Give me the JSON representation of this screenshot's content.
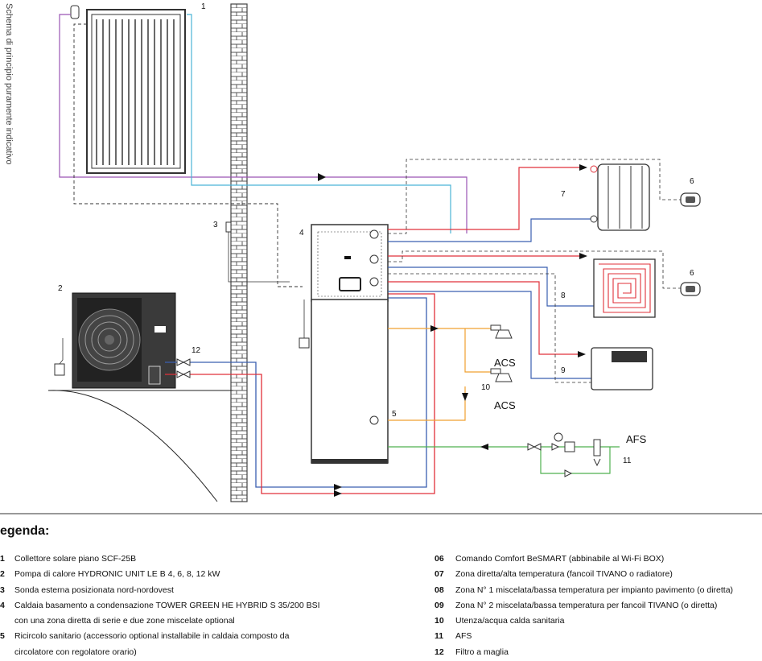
{
  "side_title": "Schema di principio puramente indicativo",
  "legend_title": "egenda:",
  "legend_left": [
    {
      "num": "1",
      "text": "Collettore solare piano SCF-25B"
    },
    {
      "num": "2",
      "text": "Pompa di calore HYDRONIC UNIT LE B 4, 6, 8, 12 kW"
    },
    {
      "num": "3",
      "text": "Sonda esterna posizionata nord-nordovest"
    },
    {
      "num": "4",
      "text": "Caldaia basamento a condensazione TOWER GREEN HE HYBRID S 35/200 BSI",
      "cont": "con una zona diretta di serie e due zone miscelate optional"
    },
    {
      "num": "5",
      "text": "Ricircolo sanitario (accessorio optional installabile in caldaia composto da",
      "cont": "circolatore con regolatore orario)"
    }
  ],
  "legend_right": [
    {
      "num": "06",
      "text": "Comando Comfort BeSMART (abbinabile al Wi-Fi BOX)"
    },
    {
      "num": "07",
      "text": "Zona diretta/alta temperatura (fancoil TIVANO o radiatore)"
    },
    {
      "num": "08",
      "text": "Zona N° 1 miscelata/bassa temperatura per impianto pavimento (o diretta)"
    },
    {
      "num": "09",
      "text": "Zona N° 2 miscelata/bassa temperatura per fancoil TIVANO (o diretta)"
    },
    {
      "num": "10",
      "text": "Utenza/acqua calda sanitaria"
    },
    {
      "num": "11",
      "text": "AFS"
    },
    {
      "num": "12",
      "text": "Filtro a maglia"
    }
  ],
  "diagram_labels": {
    "n1": "1",
    "n2": "2",
    "n3": "3",
    "n4": "4",
    "n5": "5",
    "n6a": "6",
    "n6b": "6",
    "n7": "7",
    "n8": "8",
    "n9": "9",
    "n10": "10",
    "n11": "11",
    "n12": "12",
    "acs1": "ACS",
    "acs2": "ACS",
    "afs": "AFS"
  },
  "colors": {
    "red": "#e0303a",
    "blue": "#3a5fb0",
    "cyan": "#4bb3d6",
    "purple": "#9a55b3",
    "orange": "#f0a030",
    "green": "#4fb04f",
    "dashed": "#333333",
    "wall": "#555555"
  }
}
